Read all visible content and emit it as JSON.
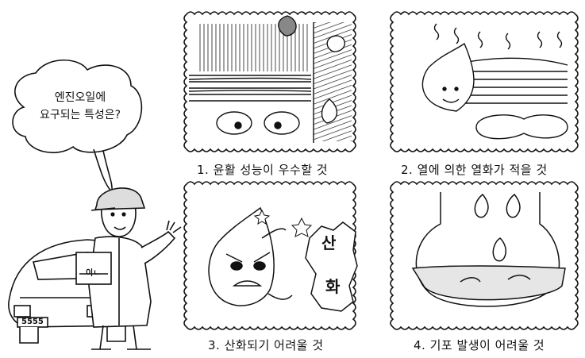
{
  "speech_bubble": {
    "line1": "엔진오일에",
    "line2": "요구되는 특성은?"
  },
  "panels": [
    {
      "caption": "1. 윤활 성능이 우수할 것"
    },
    {
      "caption": "2. 열에 의한 열화가 적을 것"
    },
    {
      "caption": "3. 산화되기 어려울 것",
      "badge_top": "산",
      "badge_bottom": "화"
    },
    {
      "caption": "4. 기포 발생이 어려울 것"
    }
  ],
  "can_label": "이ㄴ",
  "plate_text": "5555"
}
